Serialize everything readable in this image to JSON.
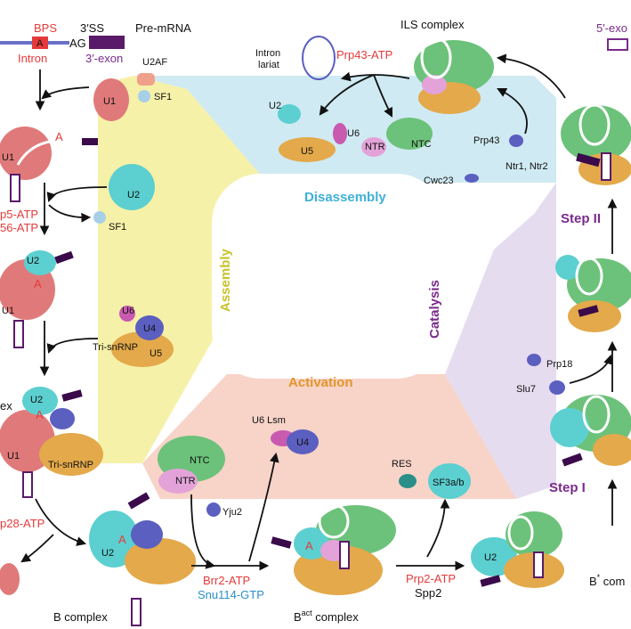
{
  "substrate": {
    "bps": "BPS",
    "ss3": "3′SS",
    "a": "A",
    "ag": "AG",
    "pre_mrna": "Pre-mRNA",
    "intron": "Intron",
    "exon3": "3′-exon",
    "exon5": "5′-exo"
  },
  "factors": {
    "u2af": "U2AF",
    "sf1": "SF1",
    "sf1b": "SF1",
    "u1": "U1",
    "u2": "U2",
    "u4": "U4",
    "u5": "U5",
    "u6": "U6",
    "tri": "Tri-snRNP",
    "tri2": "Tri-snRNP",
    "ntc": "NTC",
    "ntr": "NTR",
    "yju2": "Yju2",
    "u6lsm": "U6 Lsm",
    "res": "RES",
    "sf3": "SF3a/b",
    "prp18": "Prp18",
    "slu7": "Slu7",
    "prp43": "Prp43",
    "ntr12": "Ntr1, Ntr2",
    "cwc23": "Cwc23",
    "lariat": "Intron lariat",
    "lariat1": "Intron",
    "lariat2": "lariat"
  },
  "atpases": {
    "prp5": "p5-ATP",
    "sub2": "56-ATP",
    "prp28": "p28-ATP",
    "brr2": "Brr2-ATP",
    "snu114": "Snu114-GTP",
    "prp2": "Prp2-ATP",
    "spp2": "Spp2",
    "prp43atp": "Prp43-ATP"
  },
  "complexes": {
    "ils": "ILS complex",
    "b": "B complex",
    "bact": "B",
    "bact_sup": "act",
    "bact_suffix": " complex",
    "bstar": "B",
    "bstar_sup": "*",
    "bstar_suffix": " com",
    "ex": "ex"
  },
  "phases": {
    "assembly": "Assembly",
    "activation": "Activation",
    "catalysis": "Catalysis",
    "disassembly": "Disassembly"
  },
  "steps": {
    "step1": "Step I",
    "step2": "Step II"
  },
  "colors": {
    "assembly_bg": "#f6f1a8",
    "activation_bg": "#f7d3c8",
    "catalysis_bg": "#e6dcef",
    "disassembly_bg": "#cfeaf2",
    "u1": "#e07a7a",
    "u2": "#5ccfd0",
    "u5": "#e3a94a",
    "u4": "#5b5fc0",
    "ntc": "#6cc27a",
    "ntr": "#e3a3d8",
    "red": "#e63a3a",
    "blue": "#2a8fc8",
    "purple": "#7a2a8c"
  }
}
